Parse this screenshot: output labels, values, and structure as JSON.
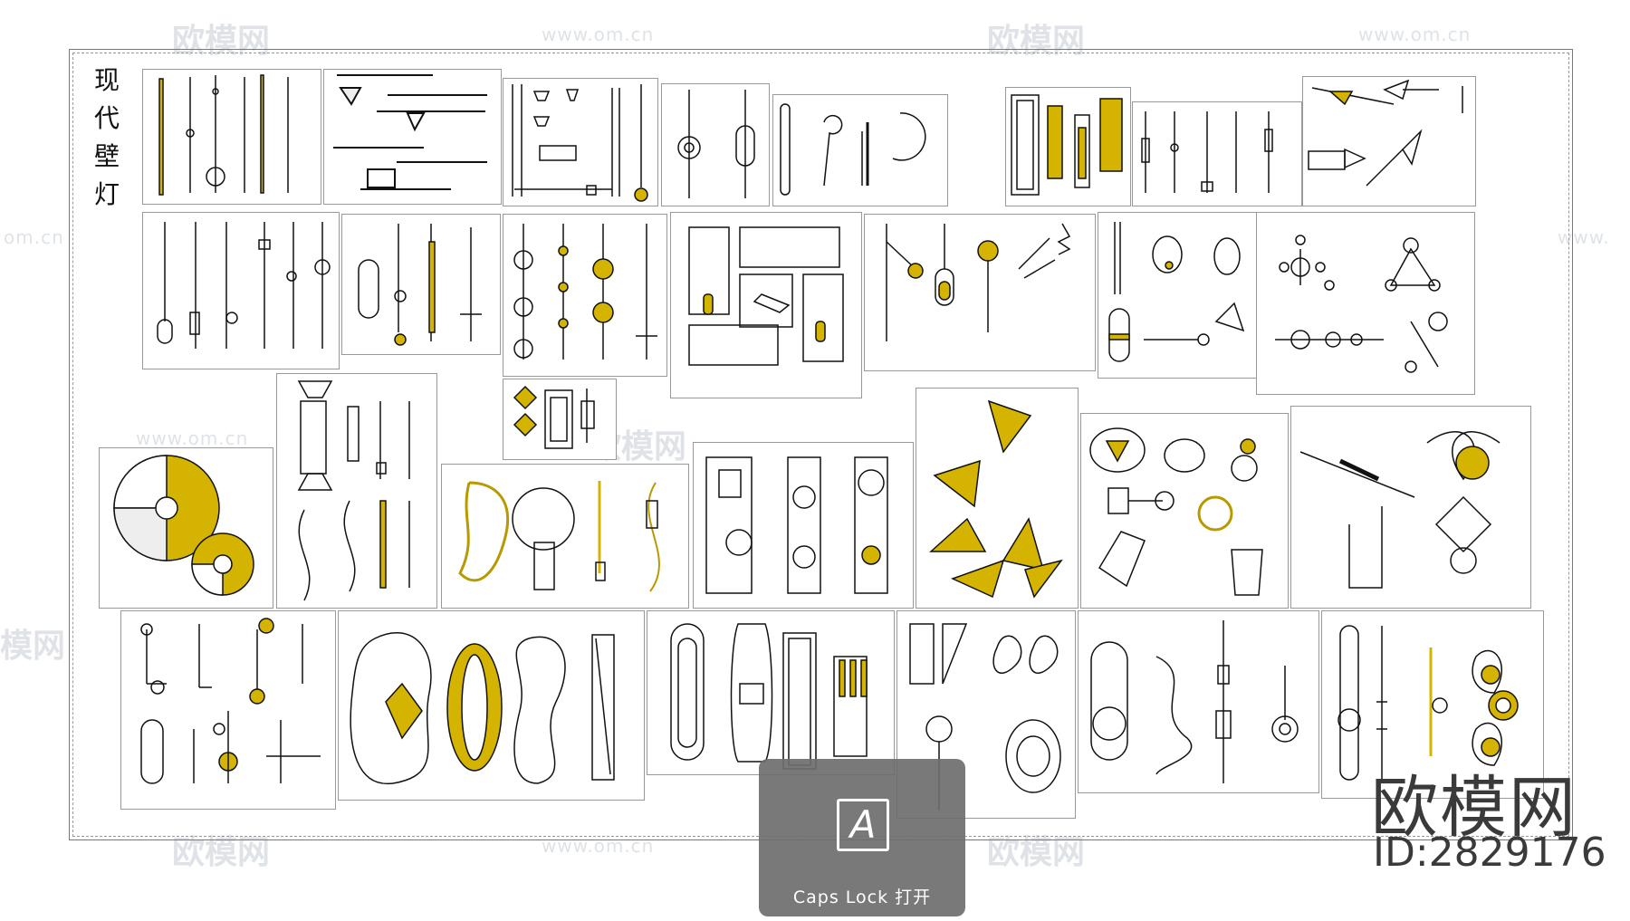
{
  "watermarks": {
    "logo_text": "欧模网",
    "url_text": "www.om.cn",
    "url_fragment": "om.cn",
    "partial_left": "模网",
    "partial_right": "www."
  },
  "sheet": {
    "title": "现代壁灯"
  },
  "brand": {
    "name": "欧模网",
    "id_label": "ID:2829176"
  },
  "osd": {
    "key_glyph": "A",
    "label": "Caps Lock 打开"
  },
  "colors": {
    "gold": "#d4b400",
    "line": "#111111",
    "osd_bg": "#6e6e6e"
  }
}
